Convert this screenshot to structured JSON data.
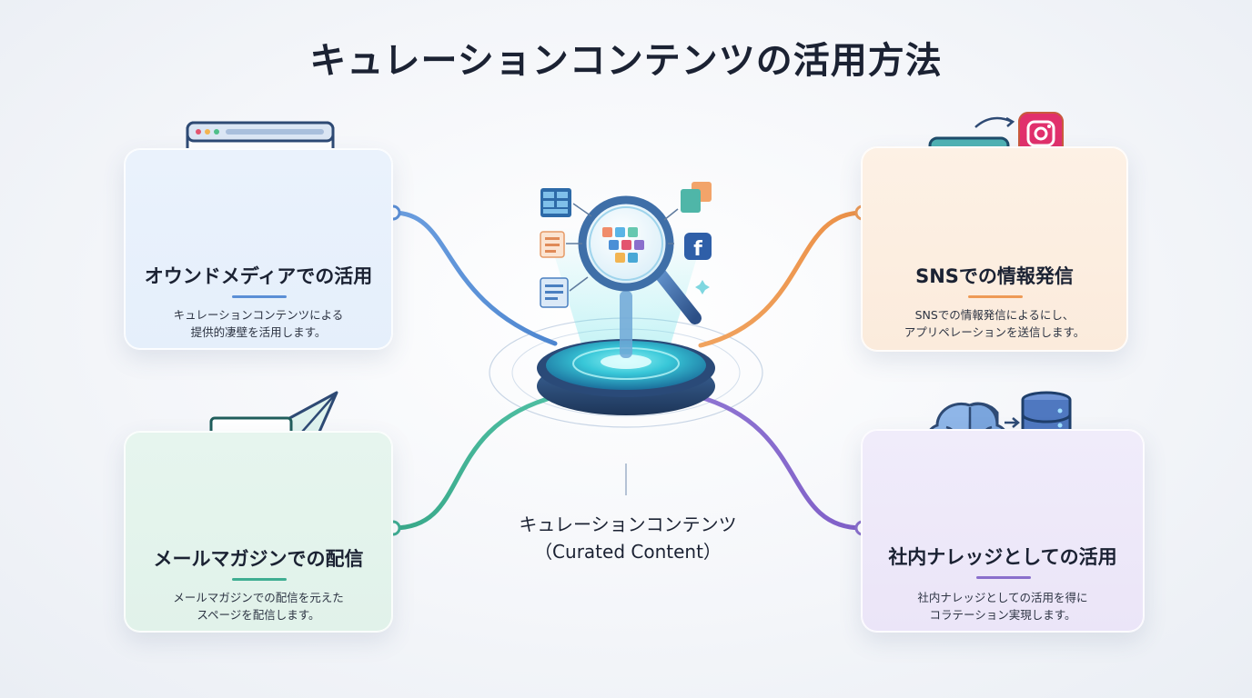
{
  "title": "キュレーションコンテンツの活用方法",
  "center": {
    "label_jp": "キュレーションコンテンツ",
    "label_en": "（Curated Content）"
  },
  "cards": {
    "owned_media": {
      "title": "オウンドメディアでの活用",
      "desc_line1": "キュレーションコンテンツによる",
      "desc_line2": "提供的凄壁を活用します。"
    },
    "sns": {
      "title": "SNSでの情報発信",
      "desc_line1": "SNSでの情報発信によるにし、",
      "desc_line2": "アプリペレーションを送信します。"
    },
    "mail": {
      "title": "メールマガジンでの配信",
      "desc_line1": "メールマガジンでの配信を元えた",
      "desc_line2": "スページを配信します。"
    },
    "knowledge": {
      "title": "社内ナレッジとしての活用",
      "desc_line1": "社内ナレッジとしての活用を得に",
      "desc_line2": "コラテーション実現します。"
    }
  },
  "icons": {
    "owned_media": "browser-window-icon",
    "sns": "chat-share-icon",
    "mail": "email-paper-plane-icon",
    "knowledge": "brain-database-team-icon",
    "center": "magnifier-hub-icon",
    "at_symbol": "@",
    "facebook": "f"
  },
  "colors": {
    "blue": "#5b8fd6",
    "green": "#3fae92",
    "orange": "#ee9a55",
    "purple": "#8a6fcc"
  }
}
